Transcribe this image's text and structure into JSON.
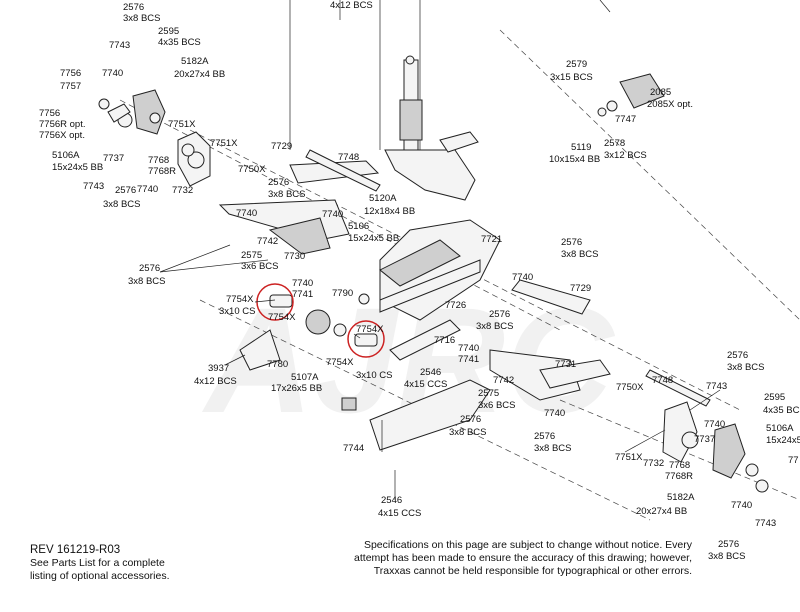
{
  "watermark": "AJRC",
  "footer": {
    "revision": "REV 161219-R03",
    "note_line1": "See Parts List for a complete",
    "note_line2": "listing of optional accessories.",
    "disclaimer_line1": "Specifications on this page are subject to change without notice.  Every",
    "disclaimer_line2": "attempt has been made to ensure the accuracy of this drawing; however,",
    "disclaimer_line3": "Traxxas cannot be held responsible for typographical or other errors."
  },
  "labels": [
    "2576",
    "3x8 BCS",
    "2595",
    "4x35 BCS",
    "7743",
    "4x12 BCS",
    "7740",
    "5182A",
    "20x27x4 BB",
    "7756",
    "7757",
    "7756R opt.",
    "7756X opt.",
    "5106A",
    "15x24x5 BB",
    "7751X",
    "7737",
    "7768",
    "7768R",
    "2576",
    "3x8 BCS",
    "7740",
    "7743",
    "7732",
    "7751X",
    "7729",
    "7748",
    "7750X",
    "2576",
    "3x8 BCS",
    "7740",
    "7740",
    "5120A",
    "12x18x4 BB",
    "5106",
    "15x24x5 BB",
    "7721",
    "7742",
    "2575",
    "3x6 BCS",
    "7730",
    "2576",
    "3x8 BCS",
    "7740",
    "7741",
    "7754X",
    "3x10 CS",
    "7754X",
    "7790",
    "7726",
    "2576",
    "3x8 BCS",
    "7740",
    "7729",
    "2576",
    "3x8 BCS",
    "7754X",
    "3x10 CS",
    "7754X",
    "7716",
    "7740",
    "7741",
    "7780",
    "5107A",
    "17x26x5 BB",
    "3937",
    "4x12 BCS",
    "2546",
    "4x15 CCS",
    "7731",
    "2575",
    "3x6 BCS",
    "7742",
    "7750X",
    "7748",
    "7740",
    "7744",
    "2576",
    "3x8 BCS",
    "2576",
    "3x8 BCS",
    "7751X",
    "7732",
    "7768",
    "7768R",
    "5182A",
    "20x27x4 BB",
    "2546",
    "4x15 CCS",
    "2579",
    "3x15 BCS",
    "7747",
    "2085",
    "2085X opt.",
    "5119",
    "10x15x4 BB",
    "2578",
    "3x12 BCS",
    "2576",
    "3x8 BCS",
    "7743",
    "2595",
    "4x35 BCS",
    "7740",
    "5106A",
    "15x24x5",
    "7737",
    "7740",
    "7743",
    "2576",
    "3x8 BCS",
    "77"
  ]
}
